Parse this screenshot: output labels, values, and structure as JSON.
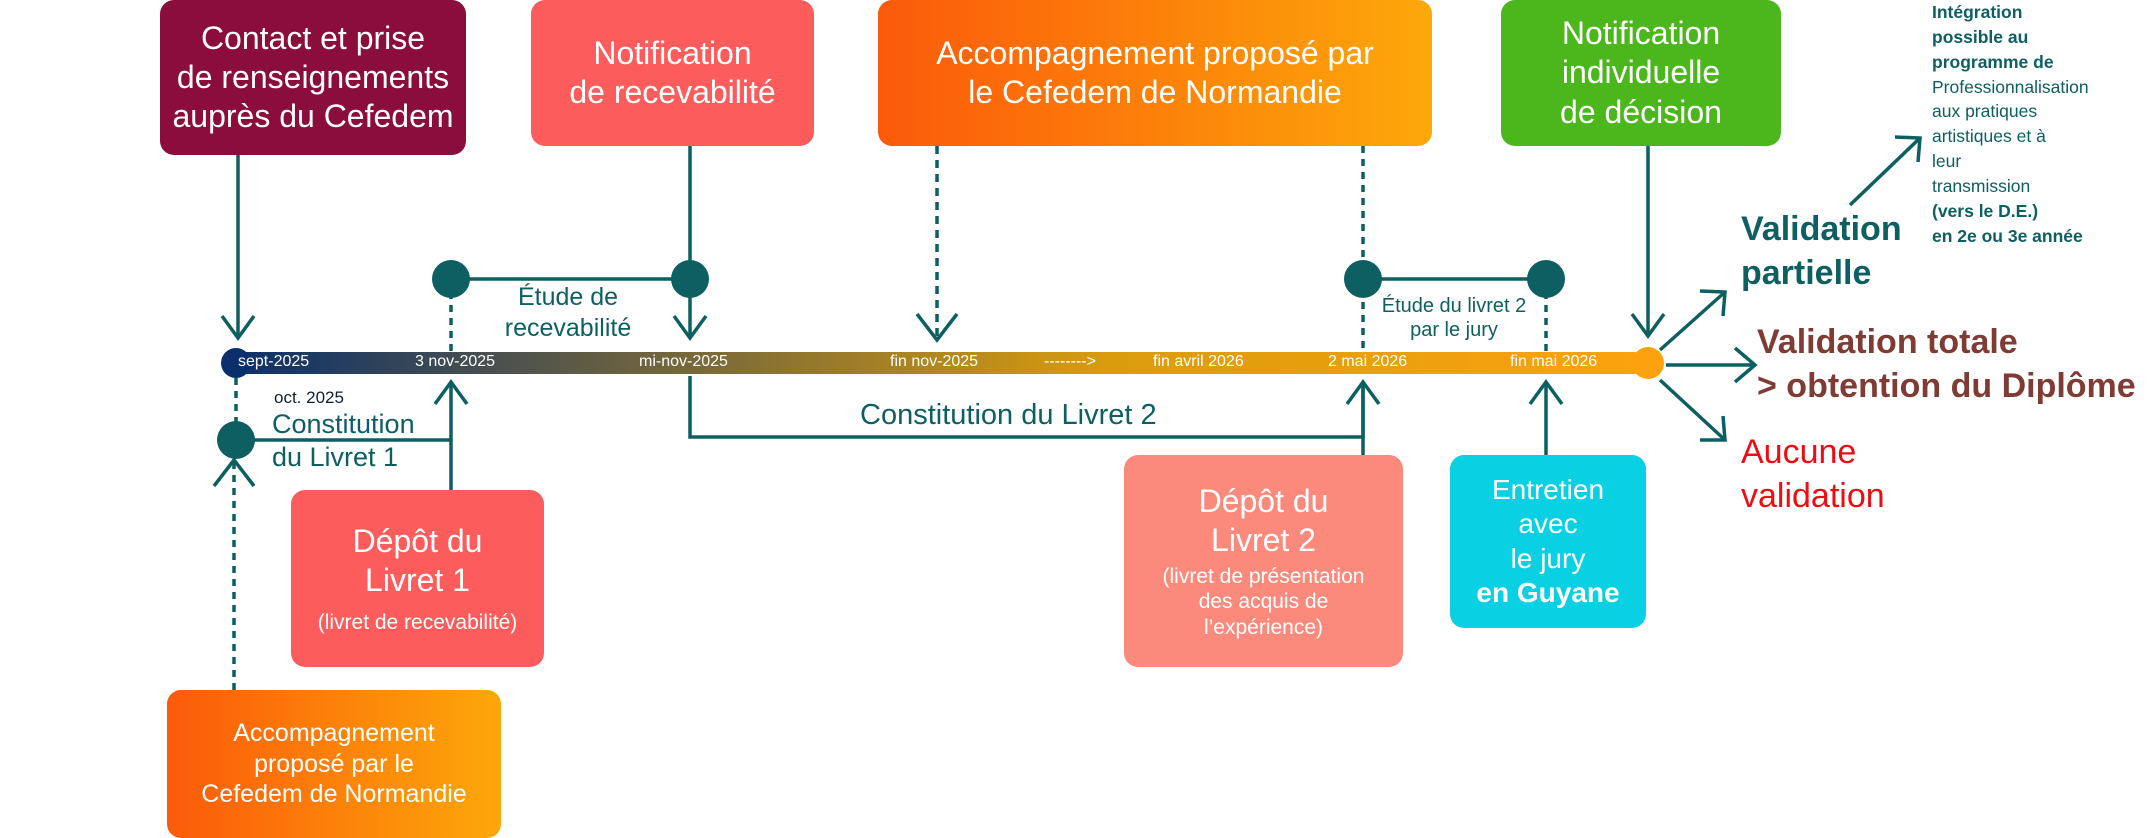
{
  "boxes": {
    "contact": {
      "lines": [
        "Contact et prise",
        "de renseignements",
        "auprès du Cefedem"
      ],
      "color": "#8b0d3c"
    },
    "notif_recev": {
      "lines": [
        "Notification",
        "de recevabilité"
      ],
      "color": "#fc5c5c"
    },
    "accomp_top": {
      "lines": [
        "Accompagnement proposé par",
        "le Cefedem de Normandie"
      ],
      "gradient": [
        "#fb5a0a",
        "#fda80a"
      ]
    },
    "notif_indiv": {
      "lines": [
        "Notification",
        "individuelle",
        "de décision"
      ],
      "color": "#4cb71c"
    },
    "depot1": {
      "lines": [
        "Dépôt du",
        "Livret 1"
      ],
      "sub": "(livret de recevabilité)",
      "color": "#fc5c5c"
    },
    "depot2": {
      "lines": [
        "Dépôt du",
        "Livret 2"
      ],
      "sub": [
        "(livret de présentation",
        "des acquis de",
        "l’expérience)"
      ],
      "color": "#fc8a7c"
    },
    "entretien": {
      "lines": [
        "Entretien",
        "avec",
        "le jury"
      ],
      "bold_line": "en Guyane",
      "color": "#0ad0e4"
    },
    "accomp_bottom": {
      "lines": [
        "Accompagnement",
        "proposé par le",
        "Cefedem de Normandie"
      ],
      "gradient": [
        "#fb5a0a",
        "#fda80a"
      ]
    }
  },
  "timeline": {
    "gradient": [
      "#0a2f6c",
      "#d99c0d",
      "#fca20e"
    ],
    "labels": [
      "sept-2025",
      "3 nov-2025",
      "mi-nov-2025",
      "fin nov-2025",
      "-------->",
      "fin avril 2026",
      "2 mai 2026",
      "fin mai 2026"
    ],
    "oct_label": "oct. 2025"
  },
  "phases": {
    "constitution1": [
      "Constitution",
      "du Livret 1"
    ],
    "etude_recev": [
      "Étude de",
      "recevabilité"
    ],
    "constitution2": "Constitution du Livret 2",
    "etude_livret2": [
      "Étude du livret 2",
      "par le jury"
    ]
  },
  "outcomes": {
    "partielle": [
      "Validation",
      "partielle"
    ],
    "totale": [
      "Validation totale",
      "> obtention du Diplôme"
    ],
    "aucune": [
      "Aucune",
      "validation"
    ],
    "colors": {
      "partielle": "#0d5f62",
      "totale": "#7f3b34",
      "aucune": "#ec0d12"
    }
  },
  "integration": {
    "lines": [
      {
        "text": "Intégration",
        "bold": true
      },
      {
        "text": "possible au",
        "bold": true
      },
      {
        "text": "programme de",
        "bold": true
      },
      {
        "text": "Professionnalisation",
        "bold": false
      },
      {
        "text": "aux pratiques",
        "bold": false
      },
      {
        "text": "artistiques et à",
        "bold": false
      },
      {
        "text": "leur",
        "bold": false
      },
      {
        "text": "transmission",
        "bold": false
      },
      {
        "text": "(vers le D.E.)",
        "bold": true
      },
      {
        "text": "en 2e ou 3e année",
        "bold": true
      }
    ]
  },
  "colors": {
    "teal": "#0d5f62"
  }
}
